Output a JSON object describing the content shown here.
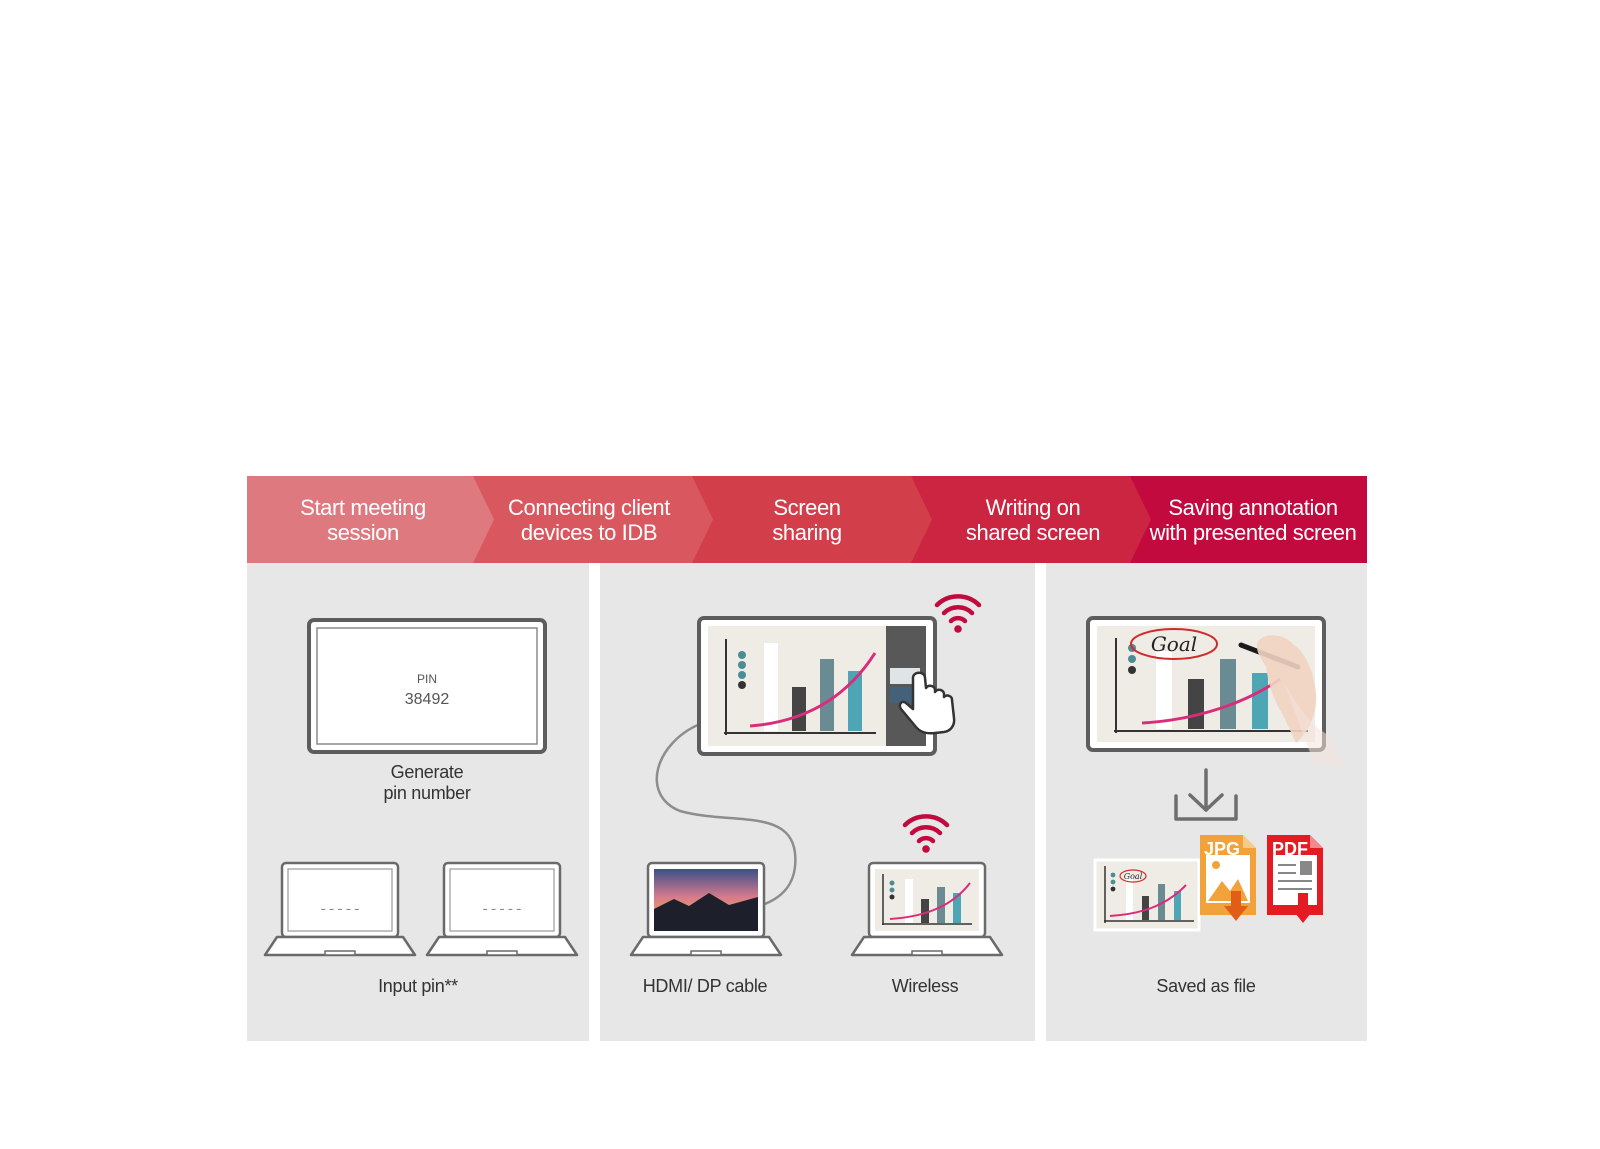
{
  "colors": {
    "step1": "#de7a7f",
    "step2": "#d9585f",
    "step3": "#d23f4a",
    "step4": "#cc2541",
    "step5": "#c30a3e",
    "panel_bg": "#e7e7e8",
    "accent": "#c30a3e",
    "chart_teal": "#4ea5b4",
    "chart_line": "#d92d7c"
  },
  "steps": [
    {
      "label": "Start meeting\nsession"
    },
    {
      "label": "Connecting client\ndevices to IDB"
    },
    {
      "label": "Screen\nsharing"
    },
    {
      "label": "Writing on\nshared screen"
    },
    {
      "label": "Saving annotation\nwith presented screen"
    }
  ],
  "panel1": {
    "display": {
      "pin_label": "PIN",
      "pin_value": "38492"
    },
    "display_caption": "Generate\npin number",
    "laptop_placeholder": "-----",
    "laptops_caption": "Input pin**",
    "icons": [
      "display-icon",
      "laptop-icon",
      "laptop-icon"
    ]
  },
  "panel2": {
    "icons": [
      "display-icon",
      "wifi-icon",
      "hand-pointer-icon",
      "cable-icon",
      "laptop-icon",
      "wifi-icon",
      "laptop-icon"
    ],
    "cable_caption": "HDMI/ DP cable",
    "wireless_caption": "Wireless"
  },
  "panel3": {
    "annotation_text": "Goal",
    "thumb_annotation_text": "Goal",
    "icons": [
      "display-icon",
      "pen-hand-icon",
      "download-icon",
      "jpg-file-icon",
      "pdf-file-icon"
    ],
    "jpg_label": "JPG",
    "pdf_label": "PDF",
    "caption": "Saved as file"
  }
}
